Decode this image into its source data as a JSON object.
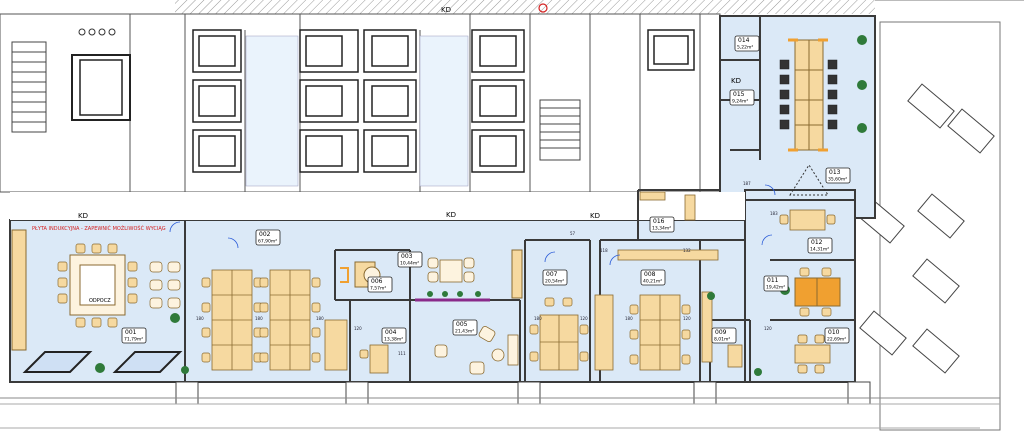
{
  "palette": {
    "room_fill": "#dbe9f7",
    "wall": "#3a3a3a",
    "desk": "#f6d9a0",
    "desk_stroke": "#8a6a30",
    "chair_orange": "#f0a030",
    "plant": "#2f7a3a",
    "door_blue": "#2a5bd8",
    "lift": "#222222"
  },
  "rooms": [
    {
      "id": "001",
      "area": "71,79m²"
    },
    {
      "id": "002",
      "area": "67,90m²"
    },
    {
      "id": "003",
      "area": "10,44m²"
    },
    {
      "id": "004",
      "area": "13,38m²"
    },
    {
      "id": "005",
      "area": "21,43m²"
    },
    {
      "id": "006",
      "area": "7,57m²"
    },
    {
      "id": "007",
      "area": "20,54m²"
    },
    {
      "id": "008",
      "area": "40,21m²"
    },
    {
      "id": "009",
      "area": "8,01m²"
    },
    {
      "id": "010",
      "area": "22,69m²"
    },
    {
      "id": "011",
      "area": "19,42m²"
    },
    {
      "id": "012",
      "area": "14,31m²"
    },
    {
      "id": "013",
      "area": "35,60m²"
    },
    {
      "id": "014",
      "area": "5,22m²"
    },
    {
      "id": "015",
      "area": "9,24m²"
    },
    {
      "id": "016",
      "area": "13,34m²"
    }
  ],
  "door_label": "KD",
  "annotations": {
    "wall_note": "PŁYTA INDUKCYJNA - ZAPEWNIĆ MOŻLIWOŚĆ WYCIĄG",
    "kitchen_label": "ODPOCZ"
  },
  "dimensions": [
    "180",
    "180",
    "180",
    "120",
    "180",
    "120",
    "180",
    "120",
    "111",
    "118",
    "132",
    "120",
    "183",
    "187",
    "57"
  ]
}
